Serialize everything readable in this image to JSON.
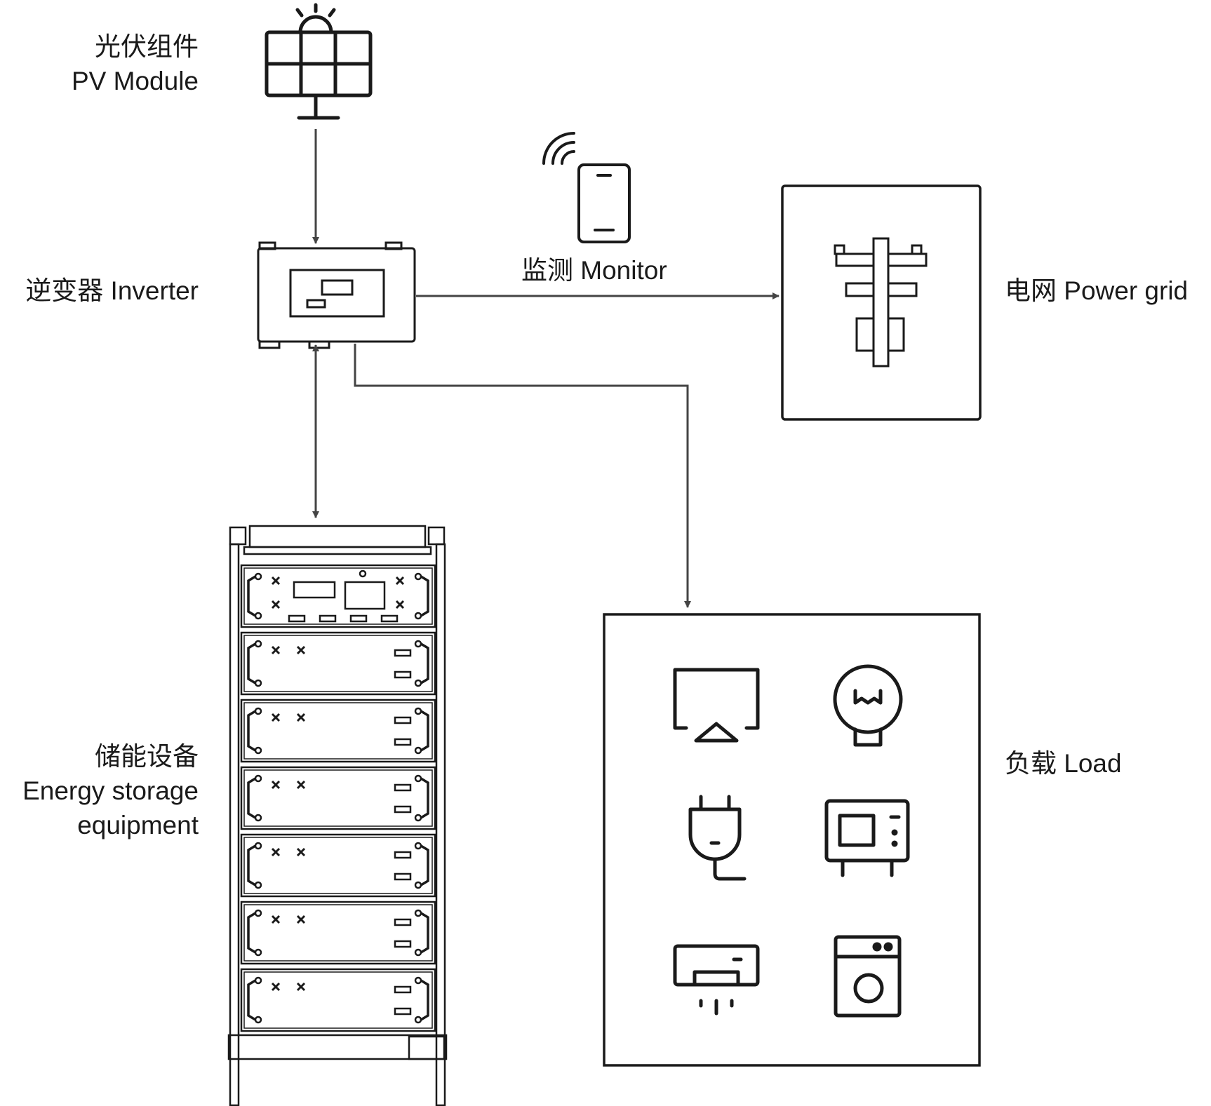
{
  "labels": {
    "pv": {
      "zh": "光伏组件",
      "en": "PV Module"
    },
    "inverter": "逆变器 Inverter",
    "monitor": "监测 Monitor",
    "grid": "电网 Power grid",
    "storage": {
      "zh": "储能设备",
      "en1": "Energy storage",
      "en2": "equipment"
    },
    "load": "负载 Load"
  },
  "icons": {
    "pv": "solar-panel-icon",
    "monitor": "smartphone-wifi-icon",
    "inverter": "inverter-icon",
    "grid": "power-pole-icon",
    "storage": "battery-rack-icon",
    "loads": [
      "tv-icon",
      "light-bulb-icon",
      "plug-icon",
      "microwave-icon",
      "air-conditioner-icon",
      "washing-machine-icon"
    ]
  },
  "colors": {
    "line": "#1a1a1a",
    "arrow": "#444444"
  }
}
